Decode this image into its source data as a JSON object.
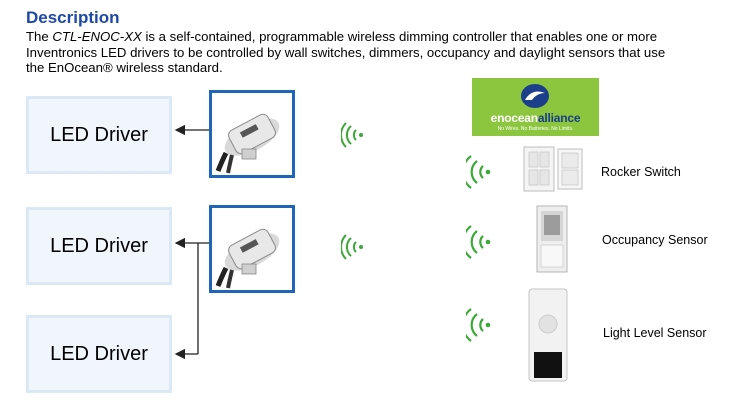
{
  "description": {
    "heading": "Description",
    "intro": "The ",
    "product": "CTL-ENOC-XX",
    "line1_rest": " is a self-contained, programmable wireless dimming controller that enables one or more",
    "line2": "Inventronics LED drivers to be controlled by wall switches, dimmers, occupancy and daylight sensors that use",
    "line3": "the EnOcean® wireless standard."
  },
  "drivers": [
    {
      "label": "LED Driver"
    },
    {
      "label": "LED Driver"
    },
    {
      "label": "LED Driver"
    }
  ],
  "logo": {
    "brand": "enocean",
    "brand_suffix": "alliance",
    "tagline": "No Wires. No Batteries. No Limits.",
    "bg_color": "#8cc63f",
    "accent_color": "#1b3f8b"
  },
  "sensors": [
    {
      "label": "Rocker Switch",
      "icon": "rocker-switch"
    },
    {
      "label": "Occupancy Sensor",
      "icon": "occupancy-sensor"
    },
    {
      "label": "Light Level Sensor",
      "icon": "light-level-sensor"
    }
  ],
  "colors": {
    "heading": "#1f49a6",
    "device_border": "#1f66b8",
    "wireless_icon": "#3aa935"
  }
}
